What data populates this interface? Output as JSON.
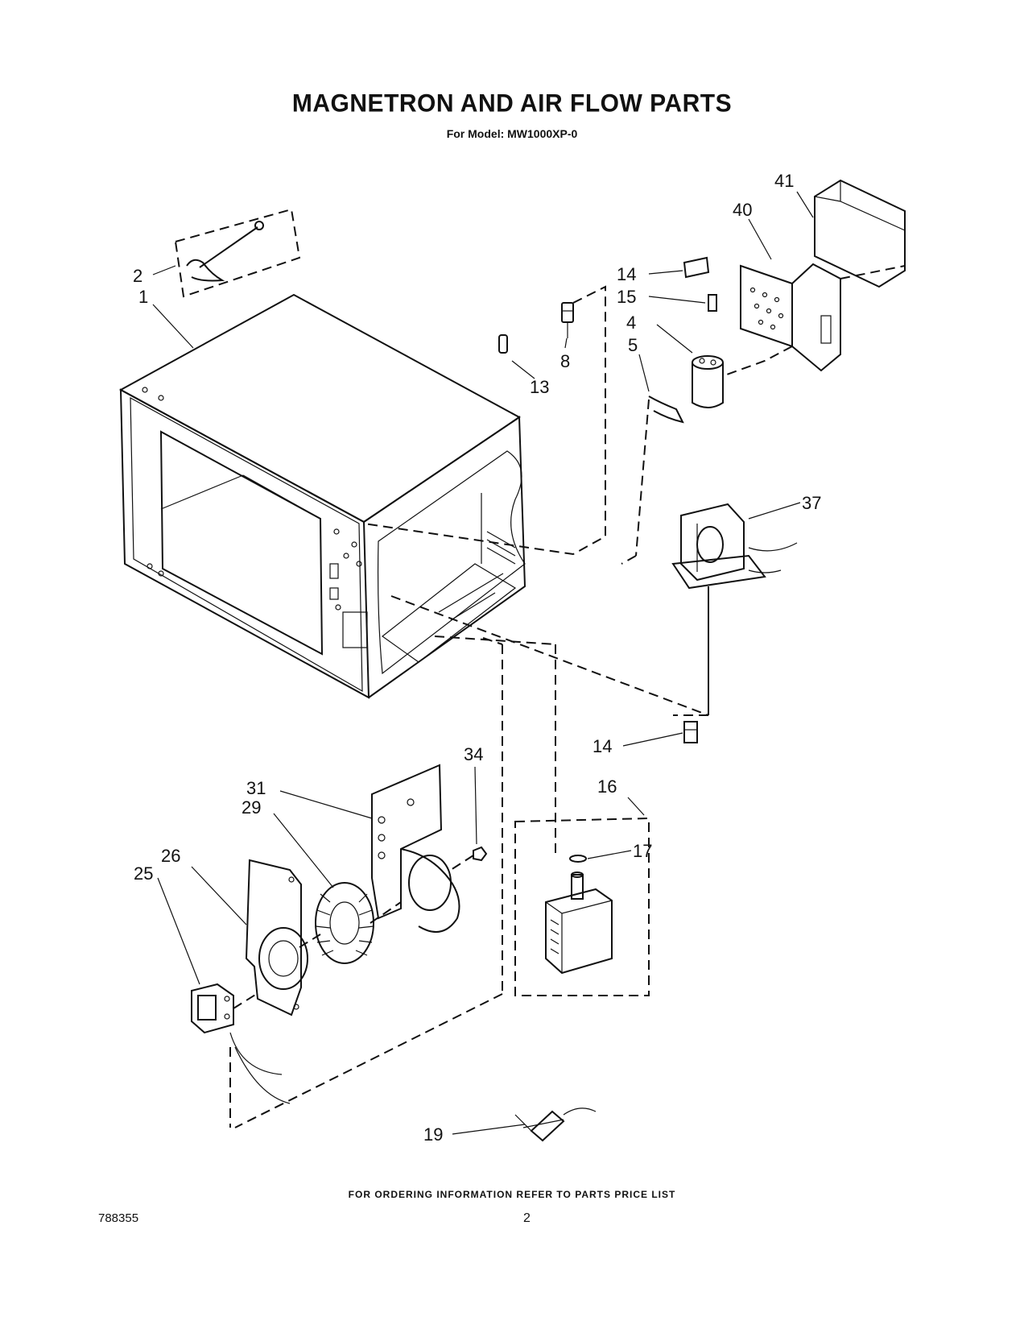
{
  "header": {
    "title": "MAGNETRON AND AIR FLOW PARTS",
    "model_line": "For Model: MW1000XP-0"
  },
  "callouts": {
    "c1": "1",
    "c2": "2",
    "c4": "4",
    "c5": "5",
    "c8": "8",
    "c13": "13",
    "c14a": "14",
    "c14b": "14",
    "c15": "15",
    "c16": "16",
    "c17": "17",
    "c19": "19",
    "c25": "25",
    "c26": "26",
    "c29": "29",
    "c31": "31",
    "c34": "34",
    "c37": "37",
    "c40": "40",
    "c41": "41"
  },
  "footer": {
    "ordering_note": "FOR ORDERING INFORMATION REFER TO PARTS PRICE LIST",
    "document_number": "788355",
    "page_number": "2"
  }
}
